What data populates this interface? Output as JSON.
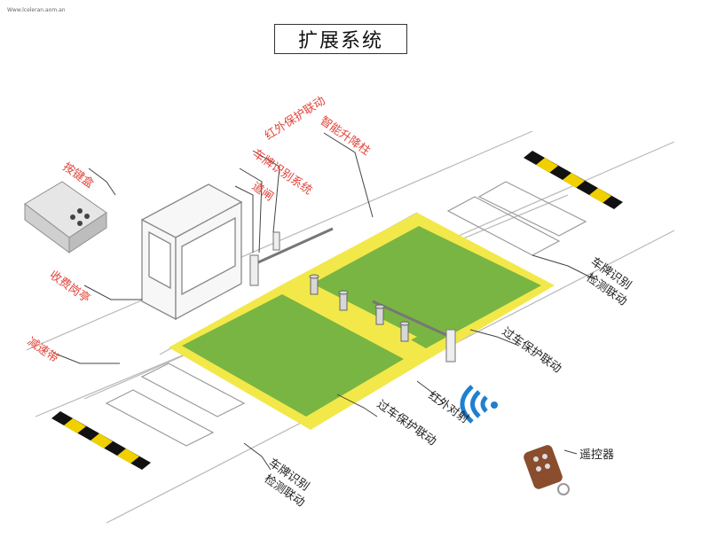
{
  "watermark": "Www.lceleran.aom.an",
  "title": "扩展系统",
  "labels": {
    "keypad_box": "按键盒",
    "booth": "收费岗亭",
    "speed_bump": "减速带",
    "infrared": "红外保护联动",
    "plate_system": "车牌识别系统",
    "gate": "道闸",
    "bollard": "智能升降柱",
    "plate_detect_right_1": "车牌识别",
    "plate_detect_right_2": "检测联动",
    "vehicle_protect_right": "过车保护联动",
    "infrared_beam": "红外对射",
    "vehicle_protect_bottom": "过车保护联动",
    "plate_detect_bottom_1": "车牌识别",
    "plate_detect_bottom_2": "检测联动",
    "remote": "遥控器"
  },
  "colors": {
    "label_red": "#e0443a",
    "zone_green": "#79b542",
    "zone_yellow": "#f2e84a",
    "wifi_blue": "#1f7fd1",
    "remote_brown": "#8a4d2e"
  }
}
